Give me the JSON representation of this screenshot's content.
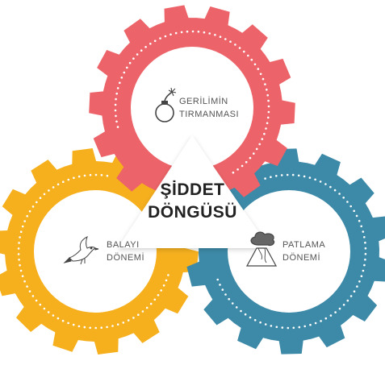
{
  "colors": {
    "red_gear": "#EC6469",
    "yellow_gear": "#F6B01E",
    "blue_gear": "#3D8AA8",
    "center_triangle": "#FFFFFF",
    "text": "#555555",
    "title": "#222222"
  },
  "title": {
    "line1": "ŞİDDET",
    "line2": "DÖNGÜSÜ"
  },
  "gears": {
    "red": {
      "line1": "GERİLİMİN",
      "line2": "TIRMANMASI",
      "icon": "bomb-icon"
    },
    "yellow": {
      "line1": "BALAYI",
      "line2": "DÖNEMİ",
      "icon": "dove-icon"
    },
    "blue": {
      "line1": "PATLAMA",
      "line2": "DÖNEMİ",
      "icon": "volcano-icon"
    }
  }
}
